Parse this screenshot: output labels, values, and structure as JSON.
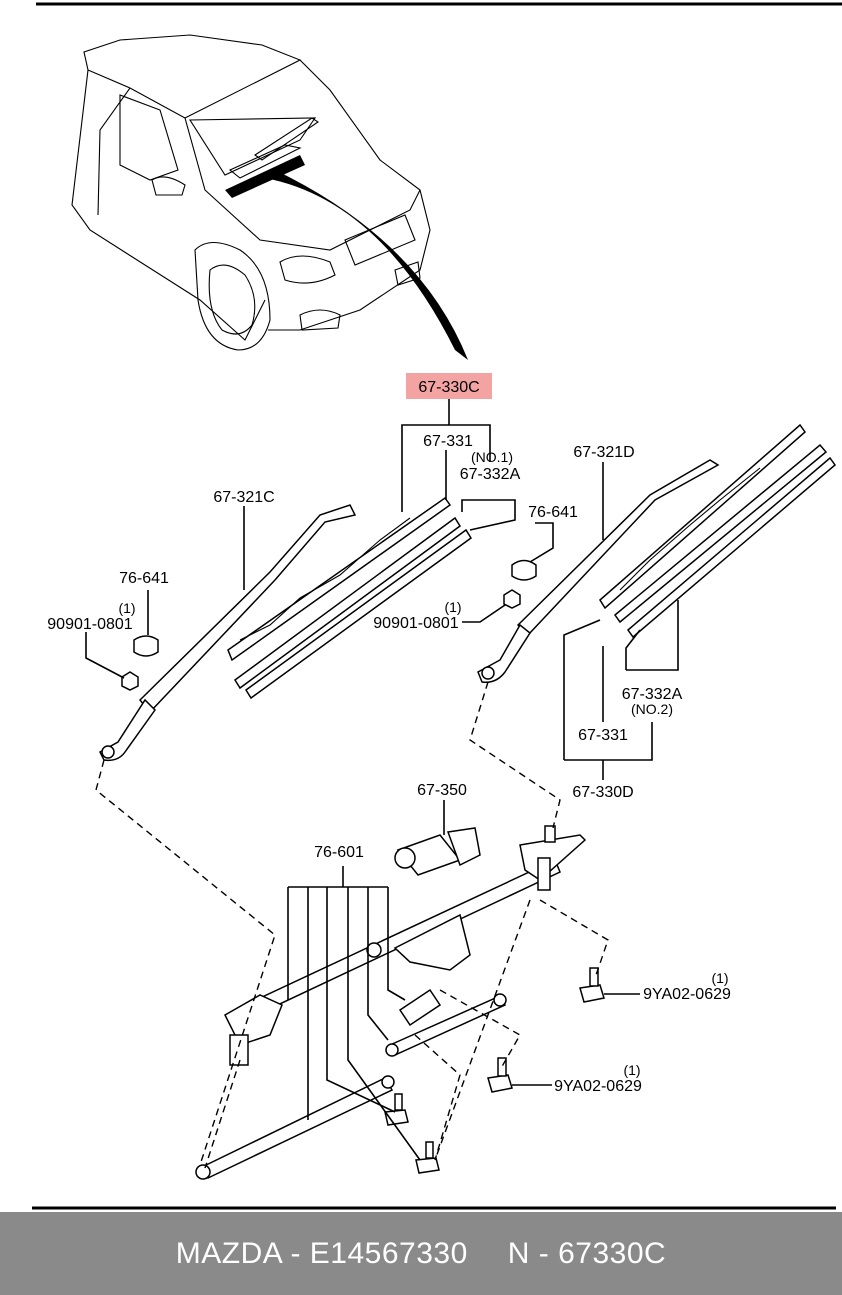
{
  "labels": {
    "highlight": "67-330C",
    "l1": "67-331",
    "l2": "(NO.1)",
    "l3": "67-332A",
    "l4": "67-321C",
    "l5": "76-641",
    "l6": "(1)",
    "l7": "90901-0801",
    "l8": "67-321D",
    "l9": "76-641",
    "l10": "(1)",
    "l11": "90901-0801",
    "l12": "67-332A",
    "l13": "(NO.2)",
    "l14": "67-331",
    "l15": "67-330D",
    "l16": "67-350",
    "l17": "76-601",
    "l18": "(1)",
    "l19": "9YA02-0629",
    "l20": "(1)",
    "l21": "9YA02-0629"
  },
  "colors": {
    "highlight": "#f4a3a3",
    "footer": "#8a8a8a"
  },
  "footer": {
    "brand": "MAZDA - E14567330",
    "code": "N - 67330C"
  }
}
